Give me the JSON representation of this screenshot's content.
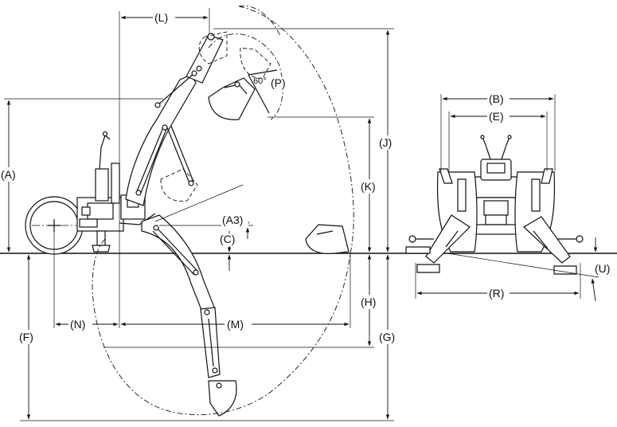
{
  "labels": {
    "A": "(A)",
    "A3": "(A3)",
    "B": "(B)",
    "C": "(C)",
    "E": "(E)",
    "F": "(F)",
    "G": "(G)",
    "H": "(H)",
    "J": "(J)",
    "K": "(K)",
    "L": "(L)",
    "M": "(M)",
    "N": "(N)",
    "P": "(P)",
    "R": "(R)",
    "U": "(U)"
  },
  "angle_label": "60°"
}
